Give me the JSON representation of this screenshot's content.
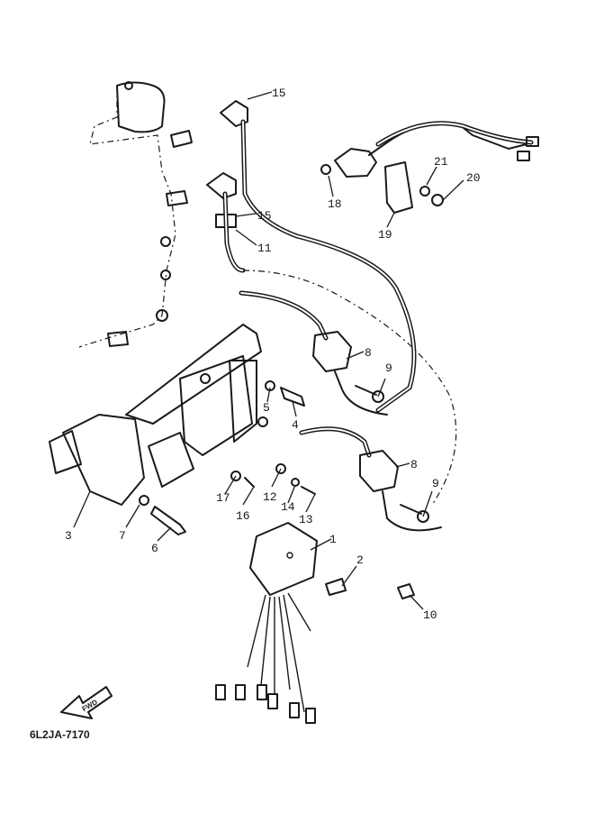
{
  "diagram": {
    "code": "6L2JA-7170",
    "direction_label": "FWD",
    "callouts": [
      "1",
      "2",
      "3",
      "4",
      "5",
      "6",
      "7",
      "8",
      "8",
      "9",
      "9",
      "10",
      "11",
      "12",
      "13",
      "14",
      "15",
      "15",
      "16",
      "17",
      "18",
      "19",
      "20",
      "21"
    ]
  }
}
